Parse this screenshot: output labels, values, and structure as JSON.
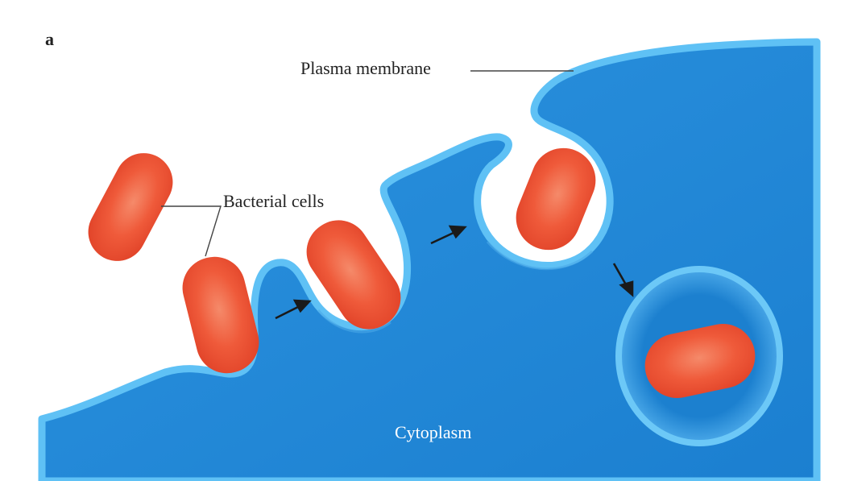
{
  "figure": {
    "panel_letter": "a",
    "labels": {
      "plasma_membrane": "Plasma membrane",
      "bacterial_cells": "Bacterial cells",
      "cytoplasm": "Cytoplasm"
    }
  },
  "colors": {
    "cytoplasm": "#1f86d6",
    "membrane": "#5fc1f5",
    "membrane_dark": "#1673c2",
    "bacterium": "#ef5a3a",
    "bacterium_highlight": "#f79075",
    "label_text": "#222222",
    "arrow": "#1a1a1a"
  }
}
